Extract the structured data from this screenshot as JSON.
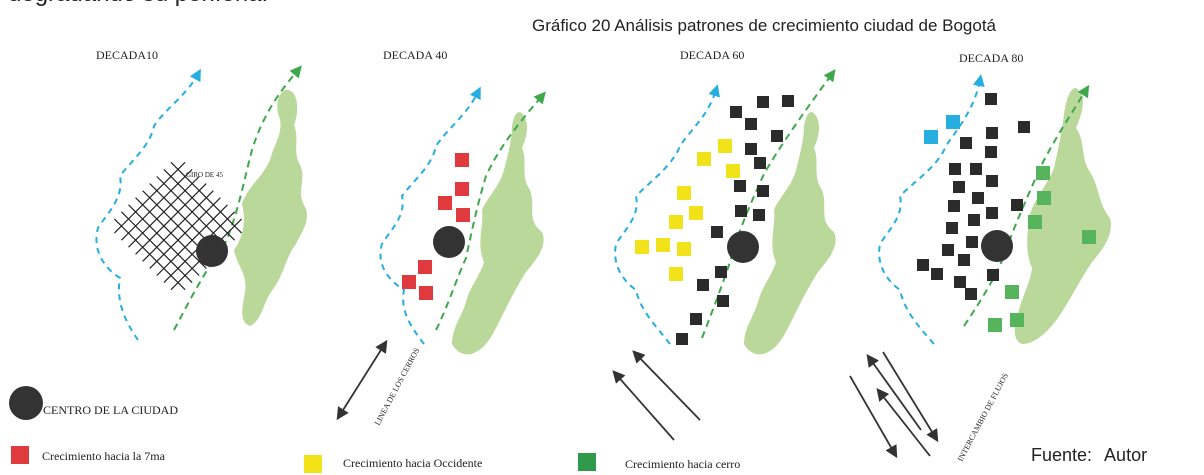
{
  "page": {
    "top_text": "degradando su periferia.",
    "caption": "Gráfico 20 Análisis patrones de crecimiento ciudad de Bogotá",
    "fuente": "Fuente:  Autor"
  },
  "panels": {
    "p10": {
      "title": "DECADA10",
      "giro_label": "GIRO DE 45"
    },
    "p40": {
      "title": "DECADA 40",
      "cerros_label": "LINEA DE LOS CERROS"
    },
    "p60": {
      "title": "DECADA 60"
    },
    "p80": {
      "title": "DECADA 80",
      "flujos_label": "INTERCAMBIO DE FLUJOS"
    }
  },
  "legend": {
    "centro": "CENTRO DE LA CIUDAD",
    "items": [
      {
        "label": "Crecimiento hacia la 7ma",
        "color": "#e03a3e"
      },
      {
        "label": "Crecimiento hacia Occidente",
        "color": "#f2e21a"
      },
      {
        "label": "Crecimiento hacia cerro",
        "color": "#2e9a4a"
      }
    ]
  },
  "colors": {
    "hills": "#b9d89a",
    "center": "#333333",
    "river_blue": "#27aee0",
    "green_dash": "#3ea84a",
    "black_square": "#2b2b2b",
    "red_square": "#e03a3e",
    "yellow_square": "#f2e21a",
    "blue_square": "#27aee0",
    "green_square": "#56b55c"
  }
}
